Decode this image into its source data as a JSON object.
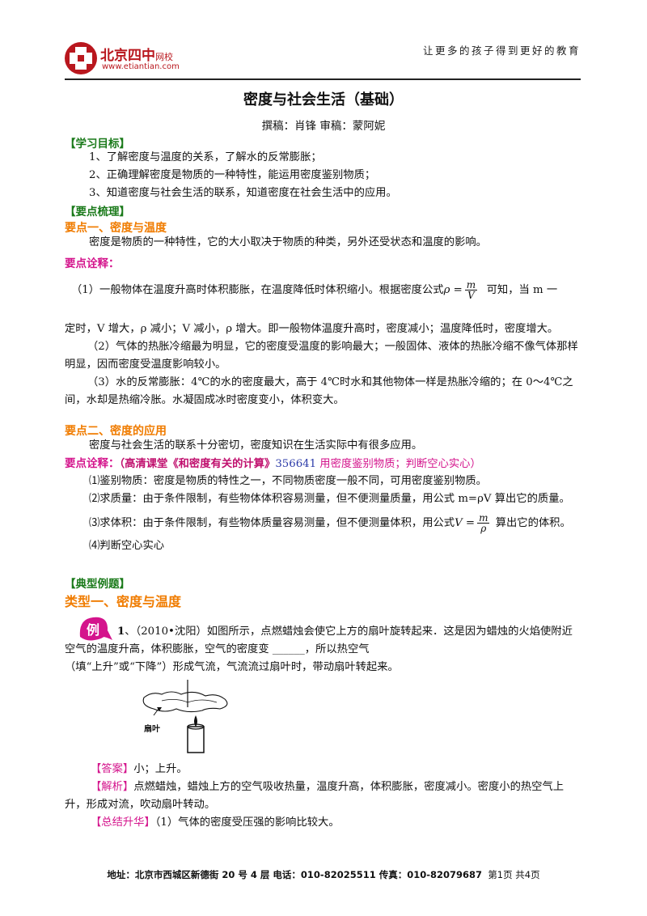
{
  "header": {
    "logo_name": "北京四中",
    "logo_suffix": "网校",
    "logo_url": "www.etiantian.com",
    "slogan": "让更多的孩子得到更好的教育"
  },
  "doc": {
    "title": "密度与社会生活（基础）",
    "authors": "撰稿：肖锋    审稿：蒙阿妮"
  },
  "goals": {
    "heading": "【学习目标】",
    "items": [
      "1、了解密度与温度的关系，了解水的反常膨胀；",
      "2、正确理解密度是物质的一种特性，能运用密度鉴别物质；",
      "3、知道密度与社会生活的联系，知道密度在社会生活中的应用。"
    ]
  },
  "points": {
    "heading": "【要点梳理】",
    "p1_heading": "要点一、密度与温度",
    "p1_text": "密度是物质的一种特性，它的大小取决于物质的种类，另外还受状态和温度的影响。",
    "p1_note_heading": "要点诠释：",
    "p1_n1_a": "（1）一般物体在温度升高时体积膨胀，在温度降低时体积缩小。根据密度公式",
    "p1_n1_formula_lhs": "ρ =",
    "p1_n1_formula_num": "m",
    "p1_n1_formula_den": "V",
    "p1_n1_b": "可知，当 m 一",
    "p1_n1_c": "定时，V 增大，ρ 减小；V 减小，ρ 增大。即一般物体温度升高时，密度减小；温度降低时，密度增大。",
    "p1_n2": "（2）气体的热胀冷缩最为明显，它的密度受温度的影响最大；一般固体、液体的热胀冷缩不像气体那样明显，因而密度受温度影响较小。",
    "p1_n3": "（3）水的反常膨胀：4℃的水的密度最大，高于 4℃时水和其他物体一样是热胀冷缩的；在 0～4℃之间，水却是热缩冷胀。水凝固成冰时密度变小，体积变大。",
    "p2_heading": "要点二、密度的应用",
    "p2_text": "密度与社会生活的联系十分密切，密度知识在生活实际中有很多应用。",
    "p2_note_heading": "要点诠释：",
    "p2_link_bold": "（高清课堂《和密度有关的计算》",
    "p2_link_num": "356641",
    "p2_link_rest": " 用密度鉴别物质；判断空心实心）",
    "p2_n1": "⑴鉴别物质：密度是物质的特性之一，不同物质密度一般不同，可用密度鉴别物质。",
    "p2_n2": "⑵求质量：由于条件限制，有些物体体积容易测量，但不便测量质量，用公式 m=ρV 算出它的质量。",
    "p2_n3_a": "⑶求体积：由于条件限制，有些物体质量容易测量，但不便测量体积，用公式",
    "p2_n3_formula_lhs": "V =",
    "p2_n3_formula_num": "m",
    "p2_n3_formula_den": "ρ",
    "p2_n3_b": "算出它的体积。",
    "p2_n4": "⑷判断空心实心"
  },
  "examples": {
    "heading": "【典型例题】",
    "type1_heading": "类型一、密度与温度",
    "badge": "例",
    "q1_num": "1",
    "q1_line1": "、（2010•沈阳）如图所示，点燃蜡烛会使它上方的扇叶旋转起来．这是因为蜡烛的火焰使附近",
    "q1_line2": "空气的温度升高，体积膨胀，空气的密度变  ______，所以热空气",
    "q1_line3": "（填“上升”或“下降”）形成气流，气流流过扇叶时，带动扇叶转起来。",
    "figure_label": "扇叶",
    "answer_label": "【答案】",
    "answer_text": "小；上升。",
    "analysis_label": "【解析】",
    "analysis_text": "点燃蜡烛，蜡烛上方的空气吸收热量，温度升高，体积膨胀，密度减小。密度小的热空气上升，形成对流，吹动扇叶转动。",
    "summary_label": "【总结升华】",
    "summary_text": "（1）气体的密度受压强的影响比较大。"
  },
  "footer": {
    "address": "地址：北京市西城区新德街 20 号 4 层  电话：010-82025511  传真：010-82079687",
    "page": "第1页  共4页"
  },
  "colors": {
    "brand": "#b9171e",
    "section_green": "#1a7a1a",
    "orange": "#f07c00",
    "magenta": "#d4148c"
  }
}
